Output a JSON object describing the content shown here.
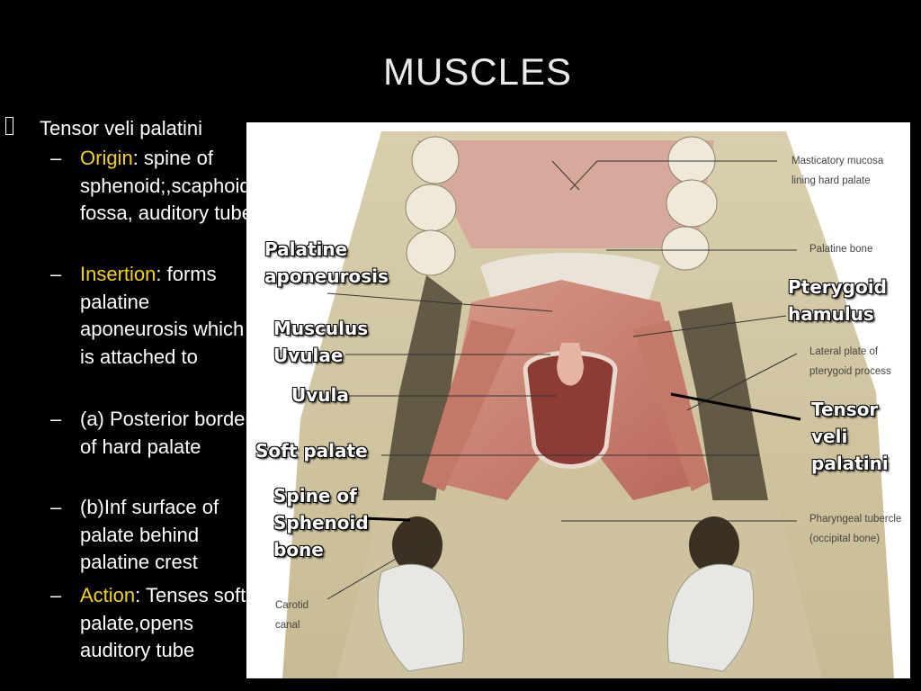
{
  "slide": {
    "title": "MUSCLES"
  },
  "bullets": {
    "main": "Tensor veli palatini",
    "items": [
      {
        "dash": "–",
        "highlight": "Origin",
        "rest": ": spine of sphenoid;,scaphoid fossa, auditory tube"
      },
      {
        "dash": "–",
        "highlight": "Insertion",
        "rest": ": forms palatine aponeurosis which is attached to"
      },
      {
        "dash": "–",
        "highlight": "",
        "rest": "(a) Posterior border of hard palate"
      },
      {
        "dash": "–",
        "highlight": "",
        "rest": "(b)Inf surface of palate behind palatine crest"
      },
      {
        "dash": "–",
        "highlight": "Action",
        "rest": ": Tenses soft palate,opens auditory tube"
      }
    ]
  },
  "figure": {
    "overlay_labels": {
      "palatine_aponeurosis": "Palatine aponeurosis",
      "musculus_uvulae": "Musculus Uvulae",
      "uvula": "Uvula",
      "soft_palate": "Soft palate",
      "spine_of_sphenoid": "Spine of Sphenoid bone",
      "pterygoid_hamulus": "Pterygoid hamulus",
      "tensor_veli_palatini": "Tensor veli palatini"
    },
    "atlas_labels": {
      "masticatory_mucosa": "Masticatory mucosa lining hard palate",
      "palatine_bone": "Palatine bone",
      "lateral_plate": "Lateral plate of pterygoid process",
      "pharyngeal_tubercle": "Pharyngeal tubercle (occipital bone)",
      "carotid_canal": "Carotid canal"
    }
  }
}
